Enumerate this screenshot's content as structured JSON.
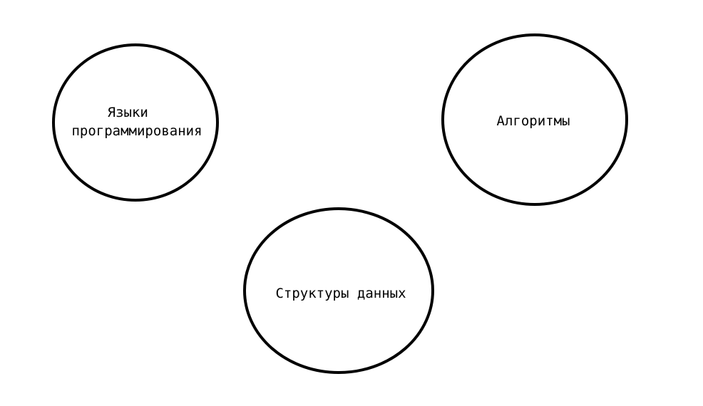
{
  "diagram": {
    "nodes": [
      {
        "id": "languages",
        "lines": [
          "Языки",
          "программирования"
        ]
      },
      {
        "id": "algorithms",
        "lines": [
          "Алгоритмы"
        ]
      },
      {
        "id": "data-structures",
        "lines": [
          "Структуры данных"
        ]
      }
    ]
  },
  "colors": {
    "background": "#ffffff",
    "stroke": "#000000",
    "text": "#000000"
  }
}
